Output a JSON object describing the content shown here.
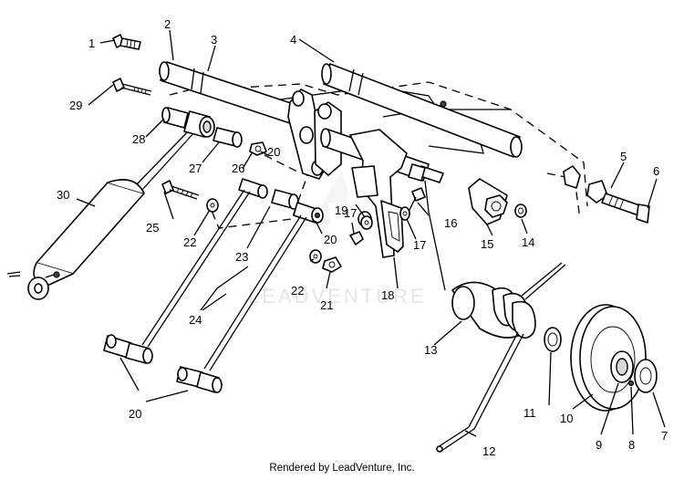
{
  "callouts": {
    "p1": "1",
    "p2": "2",
    "p3": "3",
    "p4": "4",
    "p5": "5",
    "p6": "6",
    "p7": "7",
    "p8": "8",
    "p9": "9",
    "p10": "10",
    "p11": "11",
    "p12": "12",
    "p13": "13",
    "p14": "14",
    "p15": "15",
    "p16": "16",
    "p17a": "17",
    "p17b": "17",
    "p18": "18",
    "p19": "19",
    "p20a": "20",
    "p20b": "20",
    "p20c": "20",
    "p21": "21",
    "p22a": "22",
    "p22b": "22",
    "p23": "23",
    "p24": "24",
    "p25": "25",
    "p26": "26",
    "p27": "27",
    "p28": "28",
    "p29": "29",
    "p30": "30"
  },
  "watermark": "LEADVENTURE",
  "footer": "Rendered by LeadVenture, Inc."
}
